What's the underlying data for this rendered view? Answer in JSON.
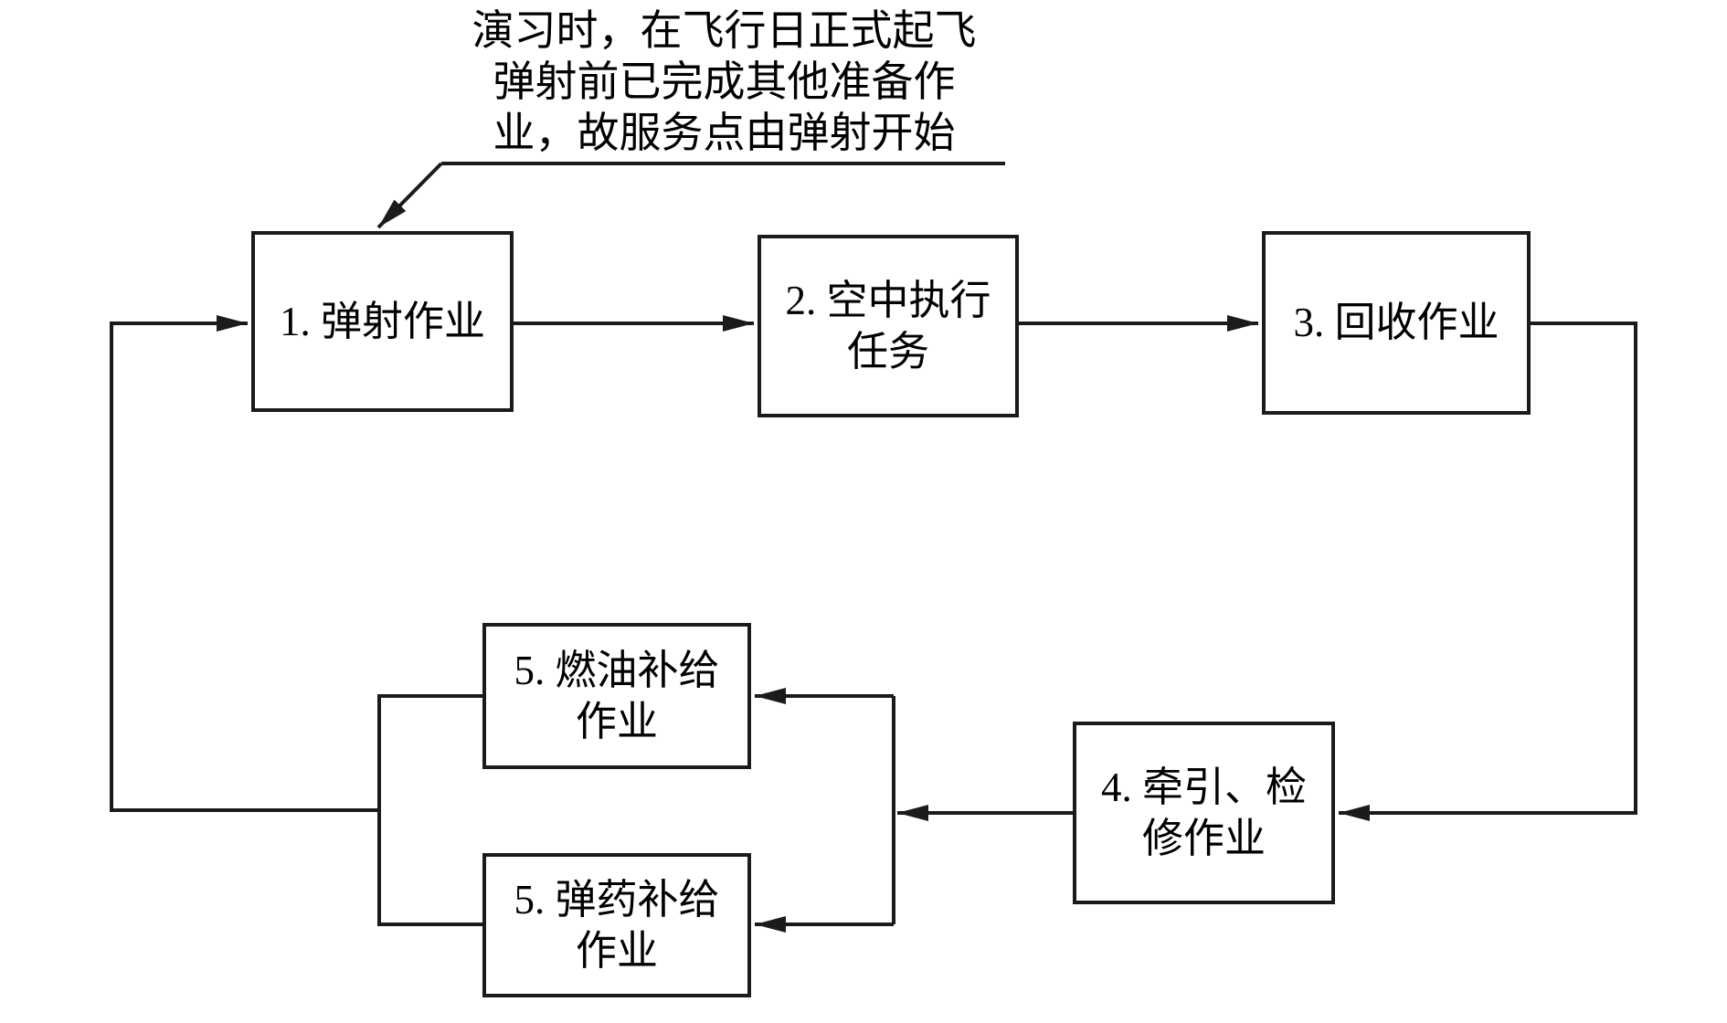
{
  "annotation": {
    "text": "演习时，在飞行日正式起飞\n弹射前已完成其他准备作\n业，故服务点由弹射开始"
  },
  "boxes": {
    "catapult": {
      "label": "1. 弹射作业"
    },
    "airborne": {
      "label": "2. 空中执行\n任务"
    },
    "recovery": {
      "label": "3. 回收作业"
    },
    "towing": {
      "label": "4. 牵引、检\n修作业"
    },
    "fuel": {
      "label": "5. 燃油补给\n作业"
    },
    "ammo": {
      "label": "5. 弹药补给\n作业"
    }
  },
  "edges": [
    {
      "from": "catapult",
      "to": "airborne",
      "arrow": true
    },
    {
      "from": "airborne",
      "to": "recovery",
      "arrow": true
    },
    {
      "from": "recovery",
      "to": "towing",
      "arrow": true
    },
    {
      "from": "towing",
      "to": "junction",
      "arrow": true
    },
    {
      "from": "junction",
      "to": "fuel",
      "arrow": true
    },
    {
      "from": "junction",
      "to": "ammo",
      "arrow": true
    },
    {
      "from": "fuel-ammo-bracket",
      "to": "catapult",
      "arrow": true
    },
    {
      "from": "annotation",
      "to": "catapult",
      "arrow": true
    }
  ],
  "colors": {
    "background": "#ffffff",
    "line": "#1b1b1b",
    "box_border": "#1b1b1b",
    "text": "#000000"
  }
}
